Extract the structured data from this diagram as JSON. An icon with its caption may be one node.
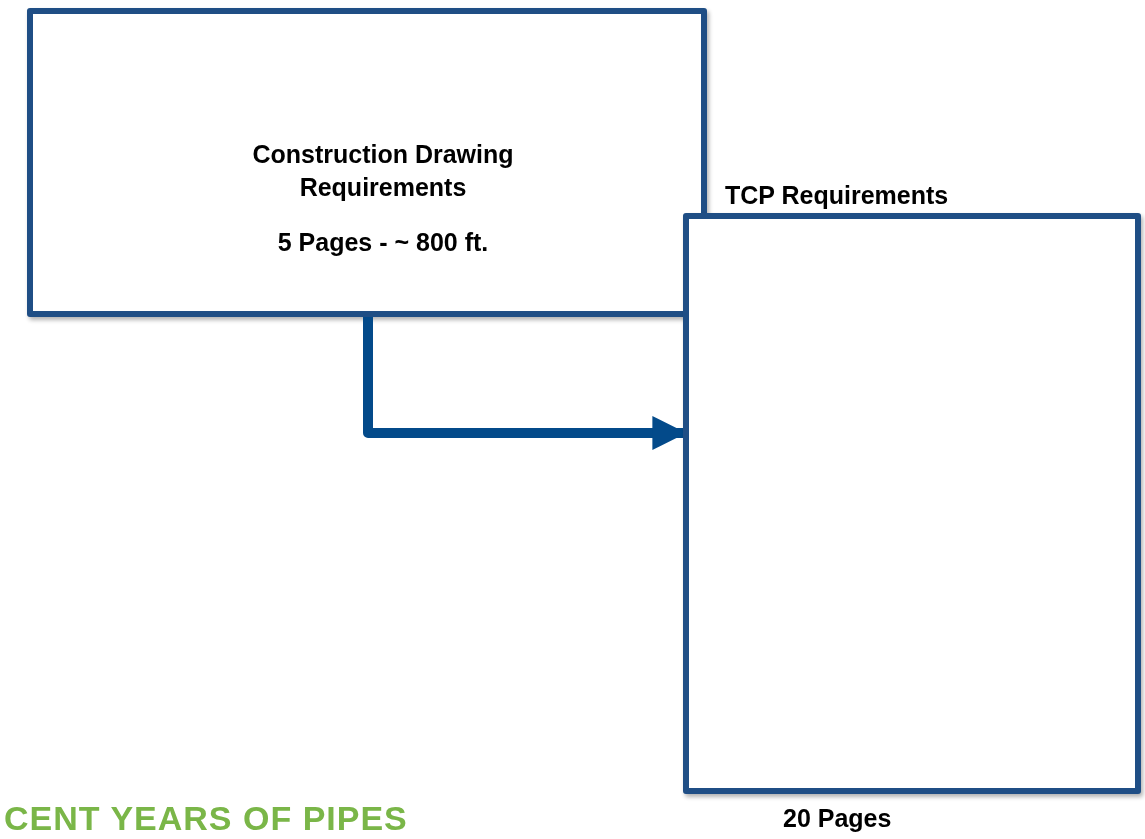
{
  "diagram": {
    "nodes": [
      {
        "text": [
          "Construction Drawing Requirements",
          "5 Pages - ~ 800 ft."
        ]
      },
      {
        "text": [
          "TCP Requirements"
        ],
        "beside": [
          "20 Pages"
        ]
      }
    ],
    "edges": [
      {
        "from": 0,
        "to": 1,
        "arrow": "to"
      }
    ],
    "labels": [
      "CENT YEARS OF PIPES"
    ]
  }
}
